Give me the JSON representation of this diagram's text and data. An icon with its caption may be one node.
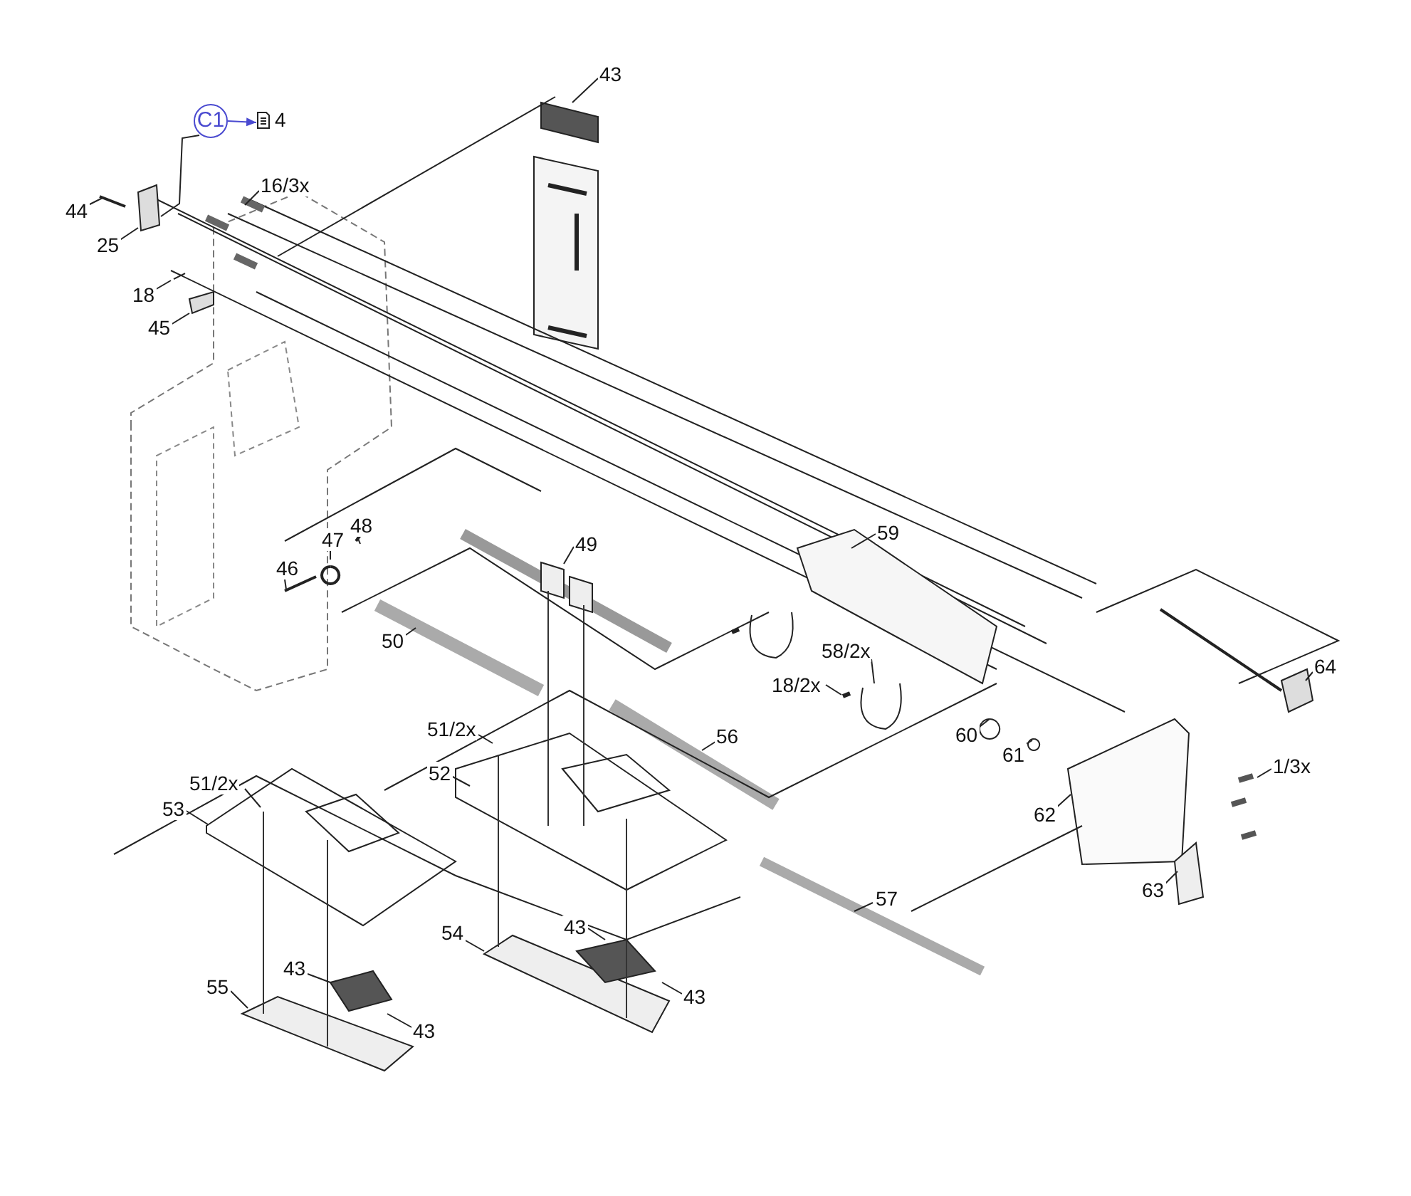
{
  "diagram": {
    "nodes": [
      {
        "text": [
          "C1"
        ]
      },
      {
        "text": [
          "4"
        ]
      },
      {
        "text": [
          "43"
        ]
      },
      {
        "text": [
          "44"
        ]
      },
      {
        "text": [
          "16/3x"
        ]
      },
      {
        "text": [
          "25"
        ]
      },
      {
        "text": [
          "18"
        ]
      },
      {
        "text": [
          "45"
        ]
      },
      {
        "text": [
          "48"
        ]
      },
      {
        "text": [
          "47"
        ]
      },
      {
        "text": [
          "46"
        ]
      },
      {
        "text": [
          "49"
        ]
      },
      {
        "text": [
          "50"
        ]
      },
      {
        "text": [
          "59"
        ]
      },
      {
        "text": [
          "64"
        ]
      },
      {
        "text": [
          "58/2x"
        ]
      },
      {
        "text": [
          "18/2x"
        ]
      },
      {
        "text": [
          "60"
        ]
      },
      {
        "text": [
          "61"
        ]
      },
      {
        "text": [
          "1/3x"
        ]
      },
      {
        "text": [
          "51/2x"
        ]
      },
      {
        "text": [
          "56"
        ]
      },
      {
        "text": [
          "52"
        ]
      },
      {
        "text": [
          "51/2x"
        ]
      },
      {
        "text": [
          "53"
        ]
      },
      {
        "text": [
          "62"
        ]
      },
      {
        "text": [
          "63"
        ]
      },
      {
        "text": [
          "57"
        ]
      },
      {
        "text": [
          "43"
        ]
      },
      {
        "text": [
          "54"
        ]
      },
      {
        "text": [
          "43"
        ]
      },
      {
        "text": [
          "55"
        ]
      },
      {
        "text": [
          "43"
        ]
      },
      {
        "text": [
          "43"
        ]
      }
    ],
    "edges": [
      {
        "from": 0,
        "to": 1,
        "arrow": "to",
        "color": "#4a4ad0"
      },
      {
        "from": 0,
        "to": null,
        "arrow": "none"
      },
      {
        "from": 2,
        "to": null,
        "arrow": "none"
      },
      {
        "from": 3,
        "to": null,
        "arrow": "none"
      },
      {
        "from": 4,
        "to": null,
        "arrow": "none"
      },
      {
        "from": 5,
        "to": null,
        "arrow": "none"
      },
      {
        "from": 6,
        "to": null,
        "arrow": "none"
      },
      {
        "from": 7,
        "to": null,
        "arrow": "none"
      },
      {
        "from": 8,
        "to": null,
        "arrow": "none"
      },
      {
        "from": 9,
        "to": null,
        "arrow": "none"
      },
      {
        "from": 10,
        "to": null,
        "arrow": "none"
      },
      {
        "from": 11,
        "to": null,
        "arrow": "none"
      },
      {
        "from": 12,
        "to": null,
        "arrow": "none"
      },
      {
        "from": 13,
        "to": null,
        "arrow": "none"
      },
      {
        "from": 14,
        "to": null,
        "arrow": "none"
      },
      {
        "from": 15,
        "to": null,
        "arrow": "none"
      },
      {
        "from": 16,
        "to": null,
        "arrow": "none"
      },
      {
        "from": 17,
        "to": null,
        "arrow": "none"
      },
      {
        "from": 18,
        "to": null,
        "arrow": "none"
      },
      {
        "from": 19,
        "to": null,
        "arrow": "none"
      },
      {
        "from": 20,
        "to": null,
        "arrow": "none"
      },
      {
        "from": 21,
        "to": null,
        "arrow": "none"
      },
      {
        "from": 22,
        "to": null,
        "arrow": "none"
      },
      {
        "from": 23,
        "to": null,
        "arrow": "none"
      },
      {
        "from": 24,
        "to": null,
        "arrow": "none"
      },
      {
        "from": 25,
        "to": null,
        "arrow": "none"
      },
      {
        "from": 26,
        "to": null,
        "arrow": "none"
      },
      {
        "from": 27,
        "to": null,
        "arrow": "none"
      },
      {
        "from": 28,
        "to": null,
        "arrow": "none"
      },
      {
        "from": 29,
        "to": null,
        "arrow": "none"
      },
      {
        "from": 30,
        "to": null,
        "arrow": "none"
      },
      {
        "from": 31,
        "to": null,
        "arrow": "none"
      },
      {
        "from": 32,
        "to": null,
        "arrow": "none"
      },
      {
        "from": 33,
        "to": null,
        "arrow": "none"
      }
    ]
  }
}
